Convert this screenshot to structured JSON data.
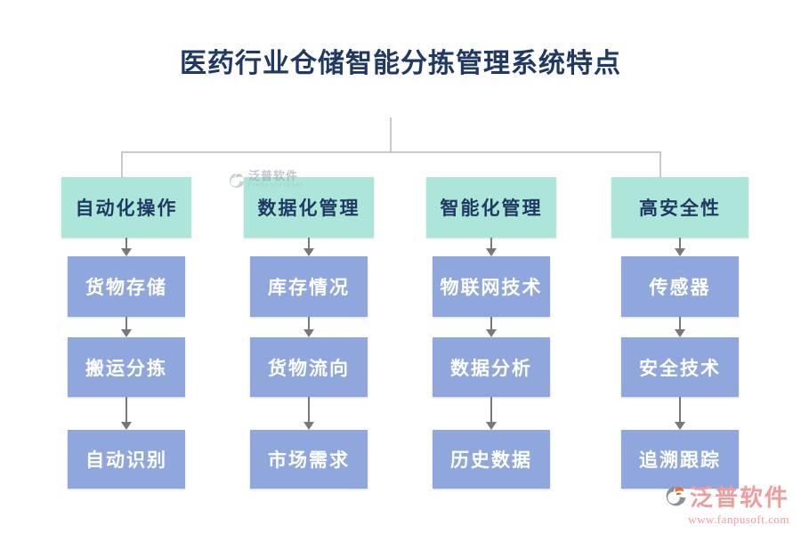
{
  "title": "医药行业仓储智能分拣管理系统特点",
  "colors": {
    "header_bg": "#ACE6DB",
    "item_bg": "#8FA7DC",
    "title_color": "#1F3864",
    "connector_line": "#C9C9C9",
    "arrow": "#76787B",
    "brand_pink": "#EC9D9C"
  },
  "columns": [
    {
      "header": "自动化操作",
      "items": [
        "货物存储",
        "搬运分拣",
        "自动识别"
      ]
    },
    {
      "header": "数据化管理",
      "items": [
        "库存情况",
        "货物流向",
        "市场需求"
      ]
    },
    {
      "header": "智能化管理",
      "items": [
        "物联网技术",
        "数据分析",
        "历史数据"
      ]
    },
    {
      "header": "高安全性",
      "items": [
        "传感器",
        "安全技术",
        "追溯跟踪"
      ]
    }
  ],
  "watermark": {
    "name": "泛普软件",
    "subtext": "FANPU SOFTWARE"
  },
  "branding": {
    "name": "泛普软件",
    "url": "www.fanpusoft.com"
  }
}
